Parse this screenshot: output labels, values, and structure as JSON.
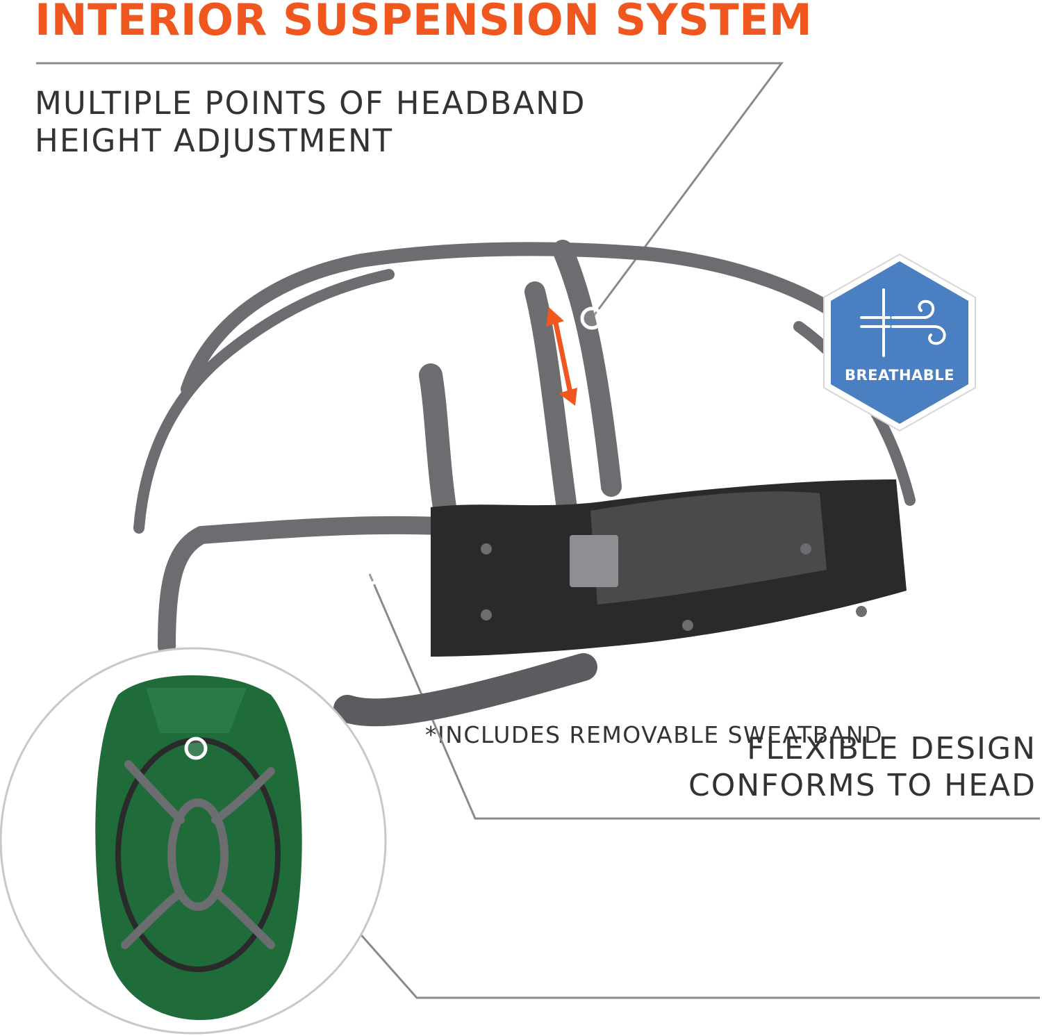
{
  "header": {
    "title": "INTERIOR SUSPENSION SYSTEM"
  },
  "callouts": {
    "headband": {
      "line1": "MULTIPLE POINTS OF HEADBAND",
      "line2": "HEIGHT ADJUSTMENT"
    },
    "flexible": {
      "line1": "FLEXIBLE DESIGN",
      "line2": "CONFORMS TO HEAD"
    },
    "sweatband": "*INCLUDES REMOVABLE SWEATBAND"
  },
  "badge": {
    "label": "BREATHABLE",
    "icon": "wind-icon"
  },
  "colors": {
    "accent": "#f0571f",
    "text": "#333333",
    "badge_fill": "#4a7fc1",
    "suspension_gray": "#6b6d70",
    "sweatband_black": "#2a2a2a",
    "helmet_green": "#1f6b3a",
    "callout_line": "#8a8a8a"
  }
}
